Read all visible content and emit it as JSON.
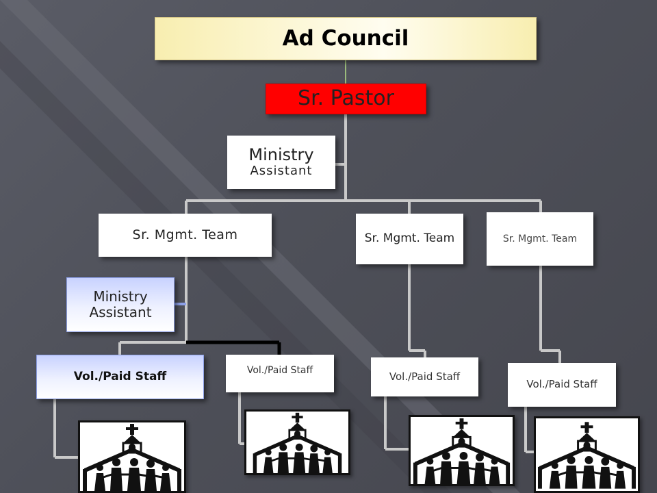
{
  "nodes": {
    "ad_council": "Ad Council",
    "sr_pastor": "Sr. Pastor",
    "ministry_assistant_top_line1": "Ministry",
    "ministry_assistant_top_line2": "Assistant",
    "team_1": "Sr. Mgmt. Team",
    "team_2": "Sr. Mgmt. Team",
    "team_3": "Sr. Mgmt. Team",
    "ministry_assistant_team1": "Ministry Assistant",
    "staff_1": "Vol./Paid Staff",
    "staff_2": "Vol./Paid Staff",
    "staff_3": "Vol./Paid Staff",
    "staff_4": "Vol./Paid Staff"
  },
  "icons": [
    "church-icon",
    "church-icon",
    "church-icon",
    "church-icon"
  ],
  "colors": {
    "ad_council_bg": "#fbf2c0",
    "sr_pastor_bg": "#ff0000",
    "connector": "#c9c9c9",
    "connector_dark": "#000000",
    "staff_highlight": "#8da0e8"
  }
}
